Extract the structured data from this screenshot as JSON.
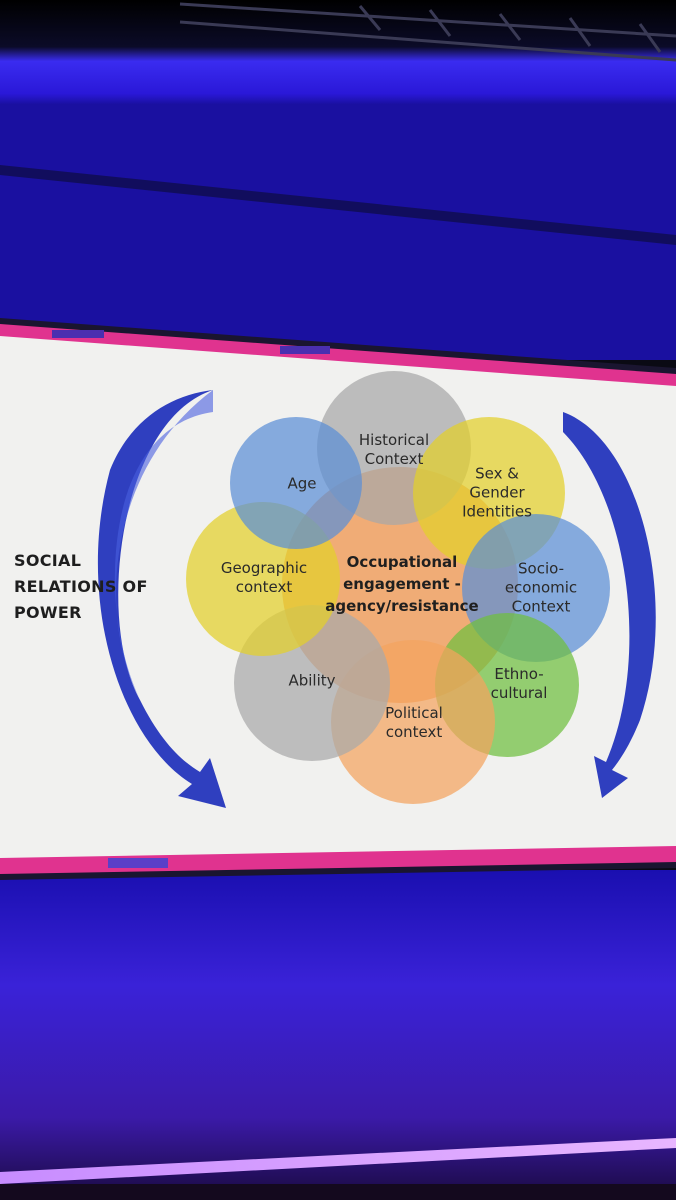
{
  "side_label": {
    "lines": [
      "SOCIAL",
      "RELATIONS OF",
      "POWER"
    ]
  },
  "diagram": {
    "center": {
      "lines": [
        "Occupational",
        "engagement -",
        "agency/resistance"
      ],
      "color": "#f0a060"
    },
    "petals": [
      {
        "id": "historical-context",
        "lines": [
          "Historical",
          "Context"
        ],
        "color": "#a8a8a8"
      },
      {
        "id": "sex-gender",
        "lines": [
          "Sex &",
          "Gender",
          "Identities"
        ],
        "color": "#e3d02a"
      },
      {
        "id": "socio-economic",
        "lines": [
          "Socio-",
          "economic",
          "Context"
        ],
        "color": "#5b8fd6"
      },
      {
        "id": "ethno-cultural",
        "lines": [
          "Ethno-",
          "cultural"
        ],
        "color": "#6fbf3f"
      },
      {
        "id": "political-context",
        "lines": [
          "Political",
          "context"
        ],
        "color": "#f4a45e"
      },
      {
        "id": "ability",
        "lines": [
          "Ability"
        ],
        "color": "#a9a9a9"
      },
      {
        "id": "geographic-context",
        "lines": [
          "Geographic",
          "context"
        ],
        "color": "#e3d02a"
      },
      {
        "id": "age",
        "lines": [
          "Age"
        ],
        "color": "#5b8fd6"
      }
    ]
  },
  "colors": {
    "screen": "#f1f1ef",
    "frame_border": "#e0338f",
    "arrow": "#2f3fbf",
    "stage_glow": "#3b1fe0"
  }
}
